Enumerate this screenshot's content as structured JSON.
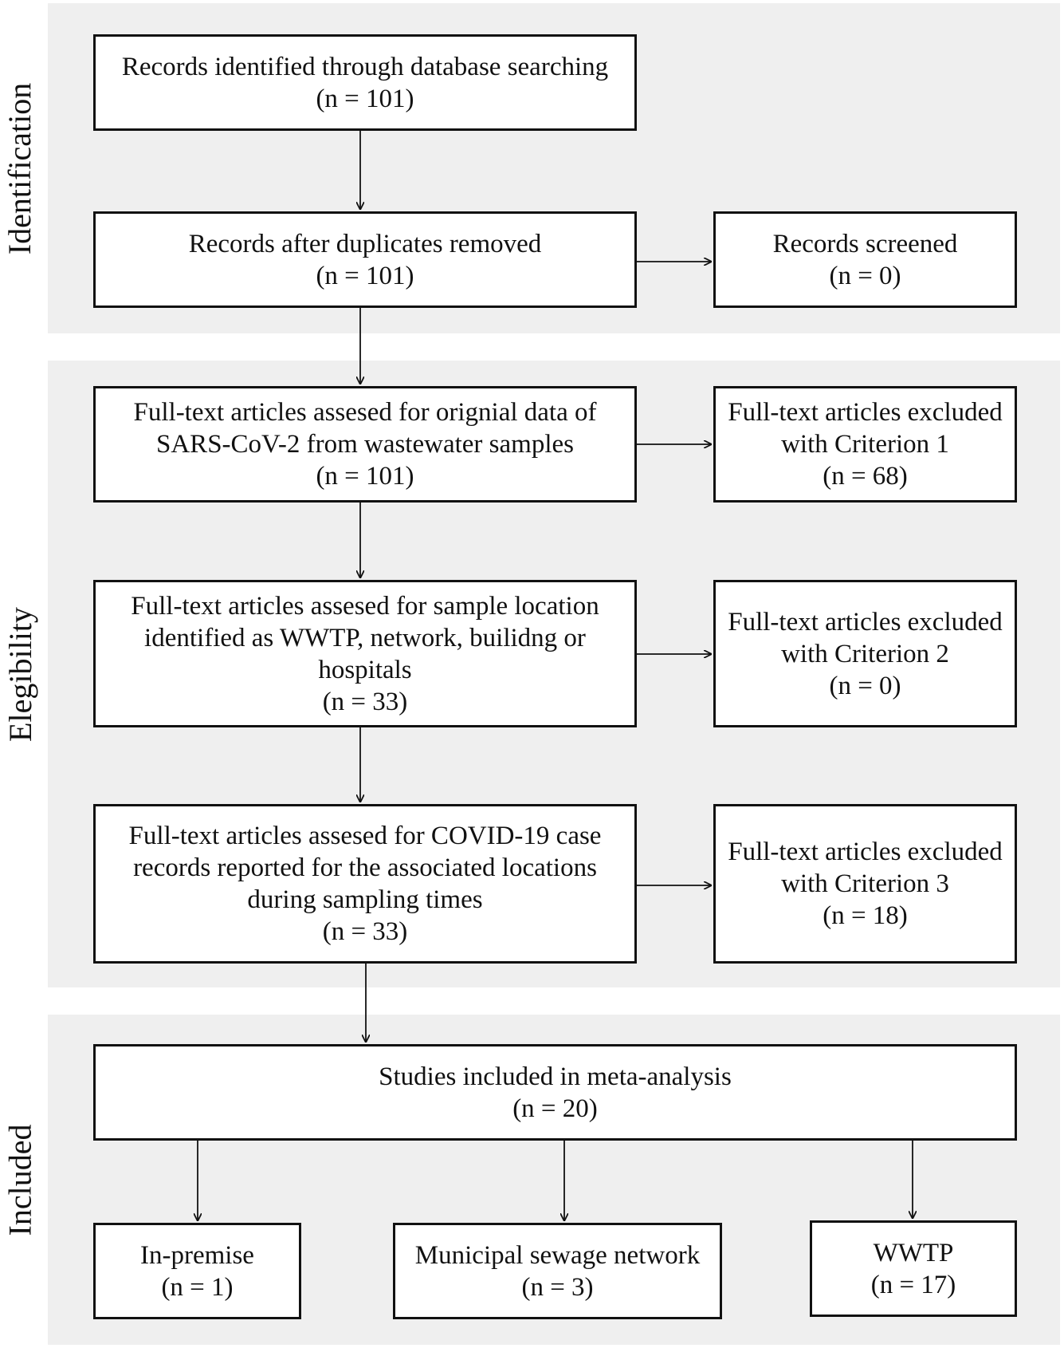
{
  "sections": {
    "identification": "Identification",
    "eligibility": "Elegibility",
    "included": "Included"
  },
  "boxes": {
    "records_identified": [
      "Records identified through database searching",
      "(n = 101)"
    ],
    "duplicates_removed": [
      "Records after duplicates removed",
      "(n = 101)"
    ],
    "records_screened": [
      "Records screened",
      "(n = 0)"
    ],
    "fulltext_original": [
      "Full-text articles assesed for orignial data of",
      "SARS-CoV-2 from wastewater samples",
      "(n = 101)"
    ],
    "excluded_c1": [
      "Full-text articles excluded",
      "with Criterion 1",
      "(n = 68)"
    ],
    "fulltext_location": [
      "Full-text articles assesed for sample location",
      "identified as WWTP, network, builidng or",
      "hospitals",
      "(n = 33)"
    ],
    "excluded_c2": [
      "Full-text articles excluded",
      "with Criterion 2",
      "(n = 0)"
    ],
    "fulltext_covid": [
      "Full-text articles assesed for COVID-19 case",
      "records reported for the associated locations",
      "during sampling times",
      "(n = 33)"
    ],
    "excluded_c3": [
      "Full-text articles excluded",
      "with Criterion 3",
      "(n = 18)"
    ],
    "included_meta": [
      "Studies included in meta-analysis",
      "(n = 20)"
    ],
    "in_premise": [
      "In-premise",
      "(n = 1)"
    ],
    "sewage_network": [
      "Municipal sewage network",
      "(n = 3)"
    ],
    "wwtp": [
      "WWTP",
      "(n = 17)"
    ]
  },
  "colors": {
    "band_background": "#efefef",
    "box_border": "#111111",
    "box_fill": "#ffffff"
  }
}
